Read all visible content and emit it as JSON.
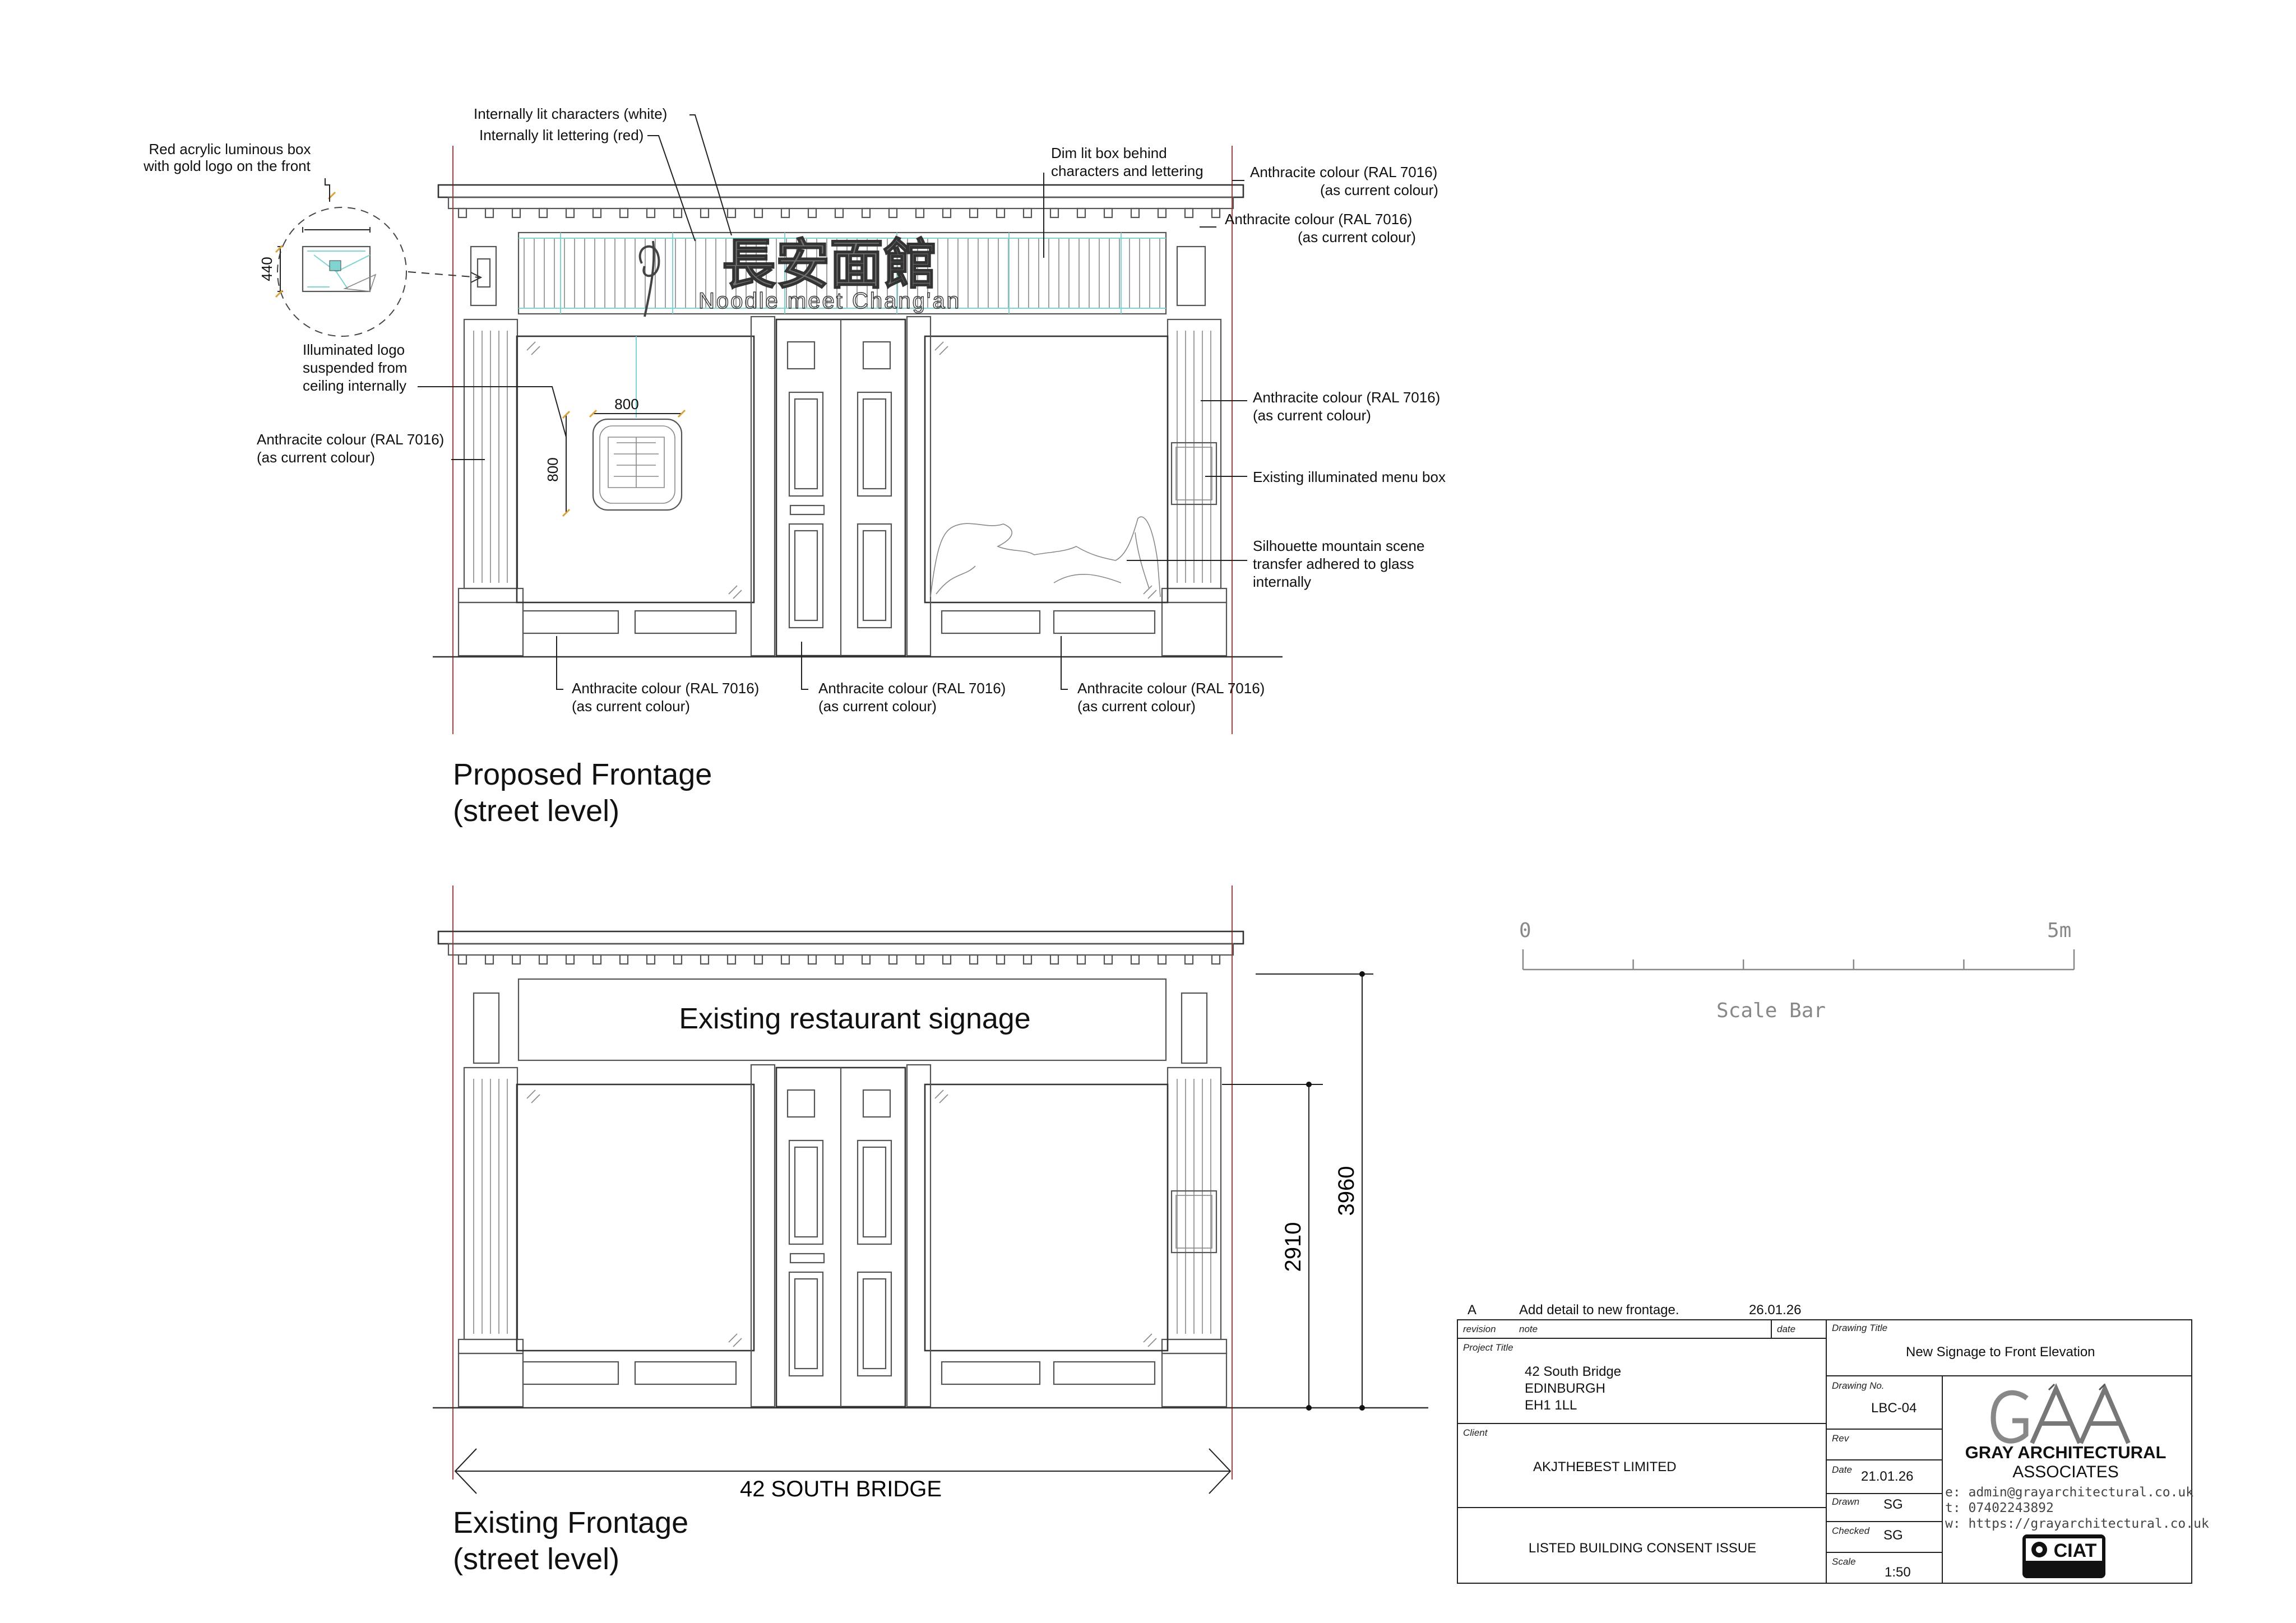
{
  "proposed": {
    "title_line1": "Proposed Frontage",
    "title_line2": "(street level)",
    "sign_chinese": "長安面館",
    "sign_english": "Noodle meet Chang'an",
    "dim_logo_w": "800",
    "dim_logo_h": "800",
    "dim_box_h": "440",
    "notes": {
      "red_box_l1": "Red acrylic luminous box",
      "red_box_l2": "with gold logo on the front",
      "lit_chars": "Internally lit characters (white)",
      "lit_letters": "Internally lit lettering (red)",
      "dim_box_l1": "Dim lit box behind",
      "dim_box_l2": "characters and lettering",
      "anth_cornice_l1": "Anthracite colour (RAL 7016)",
      "anth_cornice_l2": "(as current colour)",
      "anth_frieze_l1": "Anthracite colour (RAL 7016)",
      "anth_frieze_l2": "(as current colour)",
      "illum_logo_l1": "Illuminated logo",
      "illum_logo_l2": "suspended from",
      "illum_logo_l3": "ceiling internally",
      "anth_left_l1": "Anthracite colour (RAL 7016)",
      "anth_left_l2": "(as current colour)",
      "anth_right_l1": "Anthracite colour (RAL 7016)",
      "anth_right_l2": "(as current colour)",
      "menu_box": "Existing illuminated menu box",
      "mountain_l1": "Silhouette mountain scene",
      "mountain_l2": "transfer adhered to glass",
      "mountain_l3": "internally",
      "anth_b1_l1": "Anthracite colour (RAL 7016)",
      "anth_b1_l2": "(as current colour)",
      "anth_b2_l1": "Anthracite colour (RAL 7016)",
      "anth_b2_l2": "(as current colour)",
      "anth_b3_l1": "Anthracite colour (RAL 7016)",
      "anth_b3_l2": "(as current colour)"
    }
  },
  "existing": {
    "title_line1": "Existing Frontage",
    "title_line2": "(street level)",
    "signage": "Existing restaurant signage",
    "width_label": "42 SOUTH BRIDGE",
    "dim_height_1": "2910",
    "dim_height_2": "3960"
  },
  "scale_bar": {
    "start": "0",
    "end": "5m",
    "label": "Scale Bar"
  },
  "title_block": {
    "revision_letter": "A",
    "revision_note": "Add detail to new frontage.",
    "revision_date": "26.01.26",
    "label_revision": "revision",
    "label_note": "note",
    "label_date": "date",
    "label_project_title": "Project Title",
    "project_l1": "42 South Bridge",
    "project_l2": "EDINBURGH",
    "project_l3": "EH1 1LL",
    "label_client": "Client",
    "client": "AKJTHEBEST LIMITED",
    "issue": "LISTED BUILDING CONSENT ISSUE",
    "label_drawing_title": "Drawing Title",
    "drawing_title": "New Signage to Front Elevation",
    "label_drawing_no": "Drawing No.",
    "drawing_no": "LBC-04",
    "label_rev": "Rev",
    "label_date2": "Date",
    "date": "21.01.26",
    "label_drawn": "Drawn",
    "drawn": "SG",
    "label_checked": "Checked",
    "checked": "SG",
    "label_scale": "Scale",
    "scale": "1:50",
    "company_logo": "GAA",
    "company_l1": "GRAY ARCHITECTURAL",
    "company_l2": "ASSOCIATES",
    "email": "e:  admin@grayarchitectural.co.uk",
    "phone": "t:  07402243892",
    "web": "w:  https://grayarchitectural.co.uk",
    "ciat": "CIAT"
  }
}
